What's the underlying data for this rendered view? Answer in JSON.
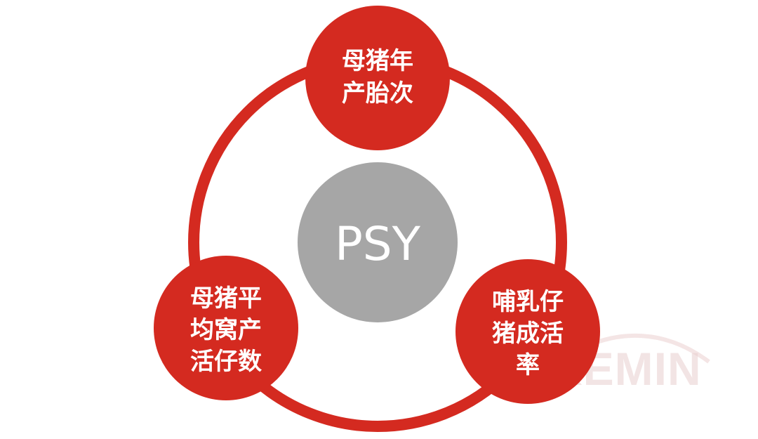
{
  "colors": {
    "ring": "#d42a20",
    "node": "#d42a20",
    "center": "#a6a6a6",
    "node_text": "#ffffff",
    "watermark": "#e9cfcf"
  },
  "center": {
    "label": "PSY"
  },
  "nodes": [
    {
      "id": "top",
      "lines": [
        "母猪年",
        "产胎次"
      ]
    },
    {
      "id": "left",
      "lines": [
        "母猪平",
        "均窝产",
        "活仔数"
      ]
    },
    {
      "id": "right",
      "lines": [
        "哺乳仔",
        "猪成活",
        "率"
      ]
    }
  ],
  "watermark": {
    "text": "KEMIN"
  }
}
